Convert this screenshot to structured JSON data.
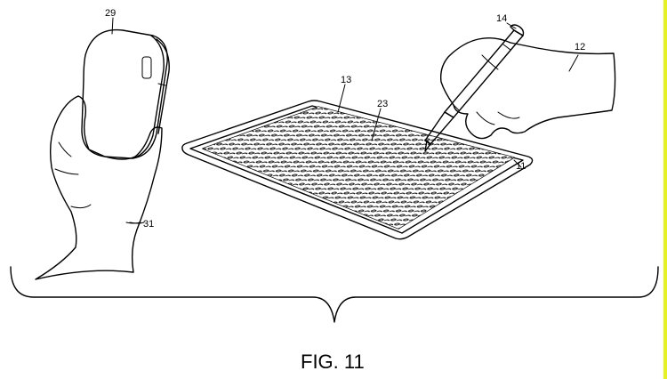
{
  "figure": {
    "caption": "FIG. 11",
    "labels": {
      "phone": "29",
      "left_hand": "31",
      "tablet_frame": "13",
      "pattern": "23",
      "stylus": "14",
      "right_hand": "12",
      "tablet_body": "11"
    }
  },
  "colors": {
    "line": "#000000",
    "background": "#ffffff",
    "edge_accent": "#e8f020"
  },
  "icons": [
    "phone-device-icon",
    "stylus-pen-icon",
    "tablet-device-icon",
    "hand-icon"
  ]
}
